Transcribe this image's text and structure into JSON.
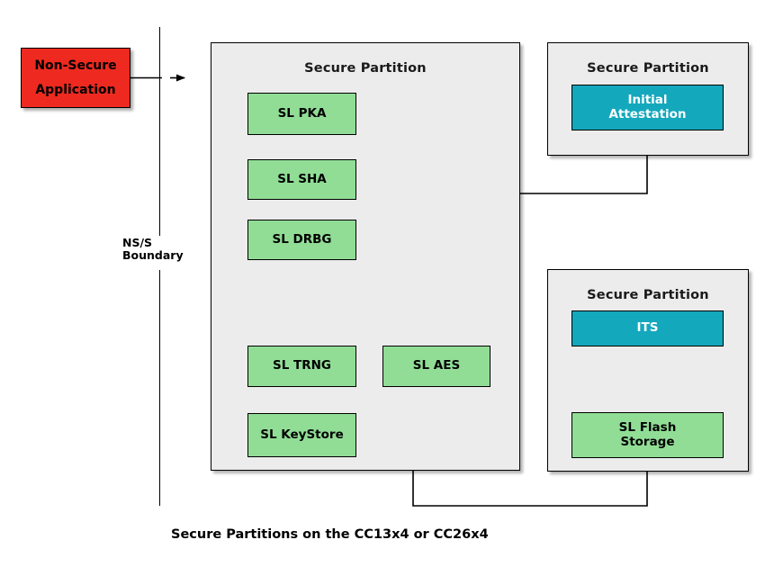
{
  "diagram": {
    "caption": "Secure Partitions on the CC13x4 or CC26x4",
    "boundary_label": "NS/S\nBoundary",
    "colors": {
      "green_block": "#91dd96",
      "teal_block": "#14a8bd",
      "red_block": "#ee2a20",
      "partition_fill": "#ececec",
      "stroke": "#000000"
    }
  },
  "nonsecure": {
    "app_label": "Non-Secure\nApplication"
  },
  "partitions": [
    {
      "id": "crypto",
      "title": "Secure Partition",
      "blocks": [
        {
          "id": "pka",
          "label": "SL PKA",
          "kind": "green"
        },
        {
          "id": "sha",
          "label": "SL SHA",
          "kind": "green"
        },
        {
          "id": "drbg",
          "label": "SL DRBG",
          "kind": "green"
        },
        {
          "id": "trng",
          "label": "SL TRNG",
          "kind": "green"
        },
        {
          "id": "aes",
          "label": "SL AES",
          "kind": "green"
        },
        {
          "id": "keystore",
          "label": "SL KeyStore",
          "kind": "green"
        }
      ]
    },
    {
      "id": "attestation",
      "title": "Secure Partition",
      "blocks": [
        {
          "id": "initial-attestation",
          "label": "Initial\nAttestation",
          "kind": "teal"
        }
      ]
    },
    {
      "id": "storage",
      "title": "Secure Partition",
      "blocks": [
        {
          "id": "its",
          "label": "ITS",
          "kind": "teal"
        },
        {
          "id": "flash-storage",
          "label": "SL Flash\nStorage",
          "kind": "green"
        }
      ]
    }
  ]
}
